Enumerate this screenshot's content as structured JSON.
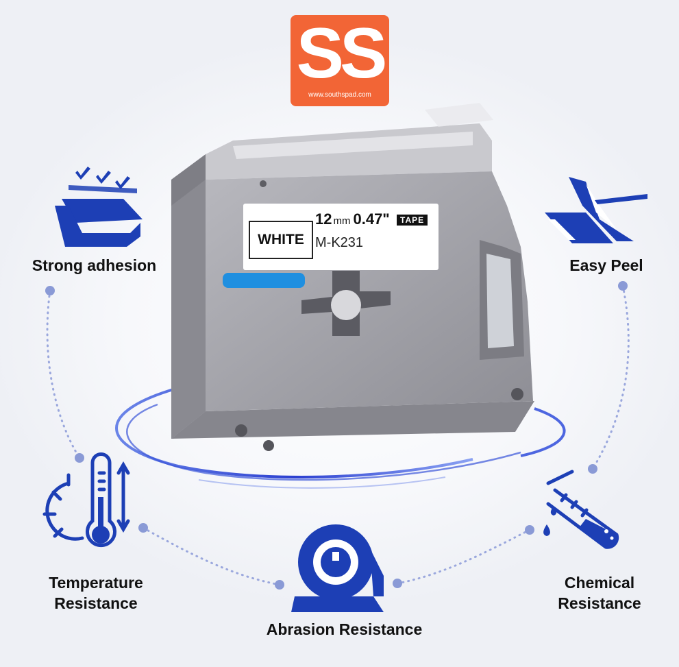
{
  "logo": {
    "mark": "SS",
    "url": "www.southspad.com",
    "color": "#f26536"
  },
  "cassette": {
    "label_main": "WHITE",
    "size_text": "12",
    "size_unit": "mm",
    "inch_text": "0.47\"",
    "badge": "TAPE",
    "model": "M-K231"
  },
  "features": {
    "strong_adhesion": {
      "label": "Strong adhesion",
      "icon": "adhesion-icon"
    },
    "easy_peel": {
      "label": "Easy Peel",
      "icon": "peel-icon"
    },
    "temperature": {
      "line1": "Temperature",
      "line2": "Resistance",
      "icon": "thermometer-icon"
    },
    "abrasion": {
      "label": "Abrasion Resistance",
      "icon": "tape-roll-icon"
    },
    "chemical": {
      "line1": "Chemical",
      "line2": "Resistance",
      "icon": "test-tube-icon"
    }
  },
  "colors": {
    "icon_blue": "#1d3fb5",
    "dot_blue": "#8a9ad6",
    "cassette_gray": "#9a9aa0",
    "accent_blue": "#1f8fe0"
  }
}
